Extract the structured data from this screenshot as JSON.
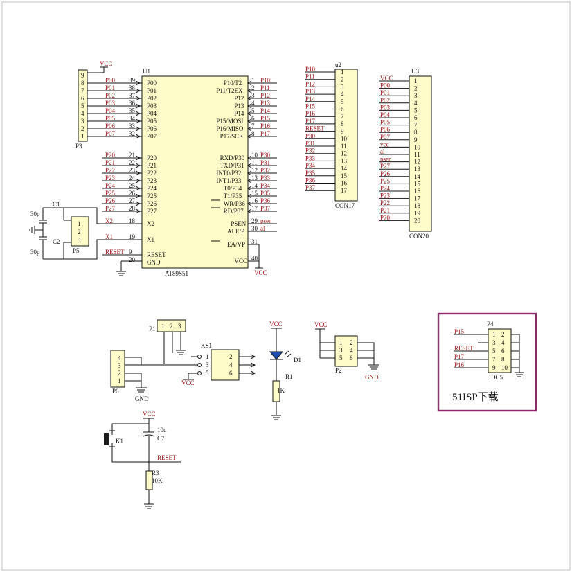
{
  "u1": {
    "ref": "U1",
    "part": "AT89S51",
    "vcc_top": "VCC",
    "left_pins": [
      {
        "net": "P00",
        "num": "39",
        "name": "P00"
      },
      {
        "net": "P01",
        "num": "38",
        "name": "P01"
      },
      {
        "net": "P02",
        "num": "37",
        "name": "P02"
      },
      {
        "net": "P03",
        "num": "36",
        "name": "P03"
      },
      {
        "net": "P04",
        "num": "35",
        "name": "P04"
      },
      {
        "net": "P05",
        "num": "34",
        "name": "P05"
      },
      {
        "net": "P06",
        "num": "33",
        "name": "P06"
      },
      {
        "net": "P07",
        "num": "32",
        "name": "P07"
      },
      {
        "net": "P20",
        "num": "21",
        "name": "P20"
      },
      {
        "net": "P21",
        "num": "22",
        "name": "P21"
      },
      {
        "net": "P22",
        "num": "23",
        "name": "P22"
      },
      {
        "net": "P23",
        "num": "24",
        "name": "P23"
      },
      {
        "net": "P24",
        "num": "25",
        "name": "P24"
      },
      {
        "net": "P25",
        "num": "26",
        "name": "P25"
      },
      {
        "net": "P26",
        "num": "27",
        "name": "P26"
      },
      {
        "net": "P27",
        "num": "28",
        "name": "P27"
      },
      {
        "net": "X2",
        "num": "18",
        "name": "X2"
      },
      {
        "net": "X1",
        "num": "19",
        "name": "X1"
      },
      {
        "net": "RESET",
        "num": "9",
        "name": "RESET"
      },
      {
        "net": "",
        "num": "20",
        "name": "GND"
      }
    ],
    "right_pins": [
      {
        "name": "P10/T2",
        "num": "1",
        "net": "P10"
      },
      {
        "name": "P11/T2EX",
        "num": "2",
        "net": "P11"
      },
      {
        "name": "P12",
        "num": "3",
        "net": "P12"
      },
      {
        "name": "P13",
        "num": "4",
        "net": "P13"
      },
      {
        "name": "P14",
        "num": "5",
        "net": "P14"
      },
      {
        "name": "P15/MOSI",
        "num": "6",
        "net": "P15"
      },
      {
        "name": "P16/MISO",
        "num": "7",
        "net": "P16"
      },
      {
        "name": "P17/SCK",
        "num": "8",
        "net": "P17"
      },
      {
        "name": "RXD/P30",
        "num": "10",
        "net": "P30"
      },
      {
        "name": "TXD/P31",
        "num": "11",
        "net": "P31"
      },
      {
        "name": "INT0/P32",
        "num": "12",
        "net": "P32"
      },
      {
        "name": "INT1/P33",
        "num": "13",
        "net": "P33"
      },
      {
        "name": "T0/P34",
        "num": "14",
        "net": "P34"
      },
      {
        "name": "T1/P35",
        "num": "15",
        "net": "P35"
      },
      {
        "name": "WR/P36",
        "num": "16",
        "net": "P36"
      },
      {
        "name": "RD/P37",
        "num": "17",
        "net": "P37"
      },
      {
        "name": "PSEN",
        "num": "29",
        "net": "psen"
      },
      {
        "name": "ALE/P",
        "num": "30",
        "net": "al"
      },
      {
        "name": "EA/VP",
        "num": "31",
        "net": ""
      },
      {
        "name": "VCC",
        "num": "40",
        "net": ""
      }
    ],
    "vcc_bottom": "VCC"
  },
  "p3": {
    "ref": "P3",
    "vcc": "VCC",
    "pins": [
      "9",
      "8",
      "7",
      "6",
      "5",
      "4",
      "3",
      "2",
      "1"
    ]
  },
  "u2": {
    "ref": "u2",
    "part": "CON17",
    "nets": [
      "P10",
      "P11",
      "P12",
      "P13",
      "P14",
      "P15",
      "P16",
      "P17",
      "RESET",
      "P30",
      "P31",
      "P32",
      "P33",
      "P34",
      "P35",
      "P36",
      "P37"
    ],
    "pins": [
      "1",
      "2",
      "3",
      "4",
      "5",
      "6",
      "7",
      "8",
      "9",
      "10",
      "11",
      "12",
      "13",
      "14",
      "15",
      "16",
      "17"
    ]
  },
  "u3": {
    "ref": "U3",
    "part": "CON20",
    "nets": [
      "VCC",
      "P00",
      "P01",
      "P02",
      "P03",
      "P04",
      "P05",
      "P06",
      "P07",
      "vcc",
      "al",
      "psen",
      "P27",
      "P26",
      "P25",
      "P24",
      "P23",
      "P22",
      "P21",
      "P20"
    ],
    "pins": [
      "1",
      "2",
      "3",
      "4",
      "5",
      "6",
      "7",
      "8",
      "9",
      "10",
      "11",
      "12",
      "13",
      "14",
      "15",
      "16",
      "17",
      "18",
      "19",
      "20"
    ]
  },
  "crystal": {
    "c1": "C1",
    "c2": "C2",
    "c1_val": "30p",
    "c2_val": "30p",
    "p5": "P5",
    "pins": [
      "1",
      "2",
      "3"
    ]
  },
  "p1": {
    "ref": "P1",
    "pins": [
      "1",
      "2",
      "3"
    ]
  },
  "ks1": {
    "ref": "KS1",
    "pins_left": [
      "1",
      "3",
      "5"
    ],
    "pins_right": [
      "2",
      "4",
      "6"
    ],
    "vcc": "VCC"
  },
  "p6": {
    "ref": "P6",
    "pins": [
      "4",
      "3",
      "2",
      "1"
    ],
    "gnd": "GND"
  },
  "led": {
    "vcc": "VCC",
    "d": "D1",
    "r": "R1",
    "r_val": "1K"
  },
  "p2": {
    "ref": "P2",
    "vcc": "VCC",
    "gnd": "GND",
    "pins_left": [
      "1",
      "3",
      "5"
    ],
    "pins_right": [
      "2",
      "4",
      "6"
    ]
  },
  "reset_circuit": {
    "vcc": "VCC",
    "c_val": "10u",
    "c": "C7",
    "k": "K1",
    "net": "RESET",
    "r": "R3",
    "r_val": "10K"
  },
  "isp": {
    "ref": "P4",
    "part": "IDC5",
    "title": "51ISP下载",
    "nets": [
      "P15",
      "RESET",
      "P17",
      "P16"
    ],
    "pins_left": [
      "1",
      "3",
      "5",
      "7",
      "9"
    ],
    "pins_right": [
      "2",
      "4",
      "6",
      "8",
      "10"
    ]
  },
  "colors": {
    "signal": "#a01818",
    "chip_fill": "#fefcc8",
    "isp_frame": "#8d2a6b"
  }
}
